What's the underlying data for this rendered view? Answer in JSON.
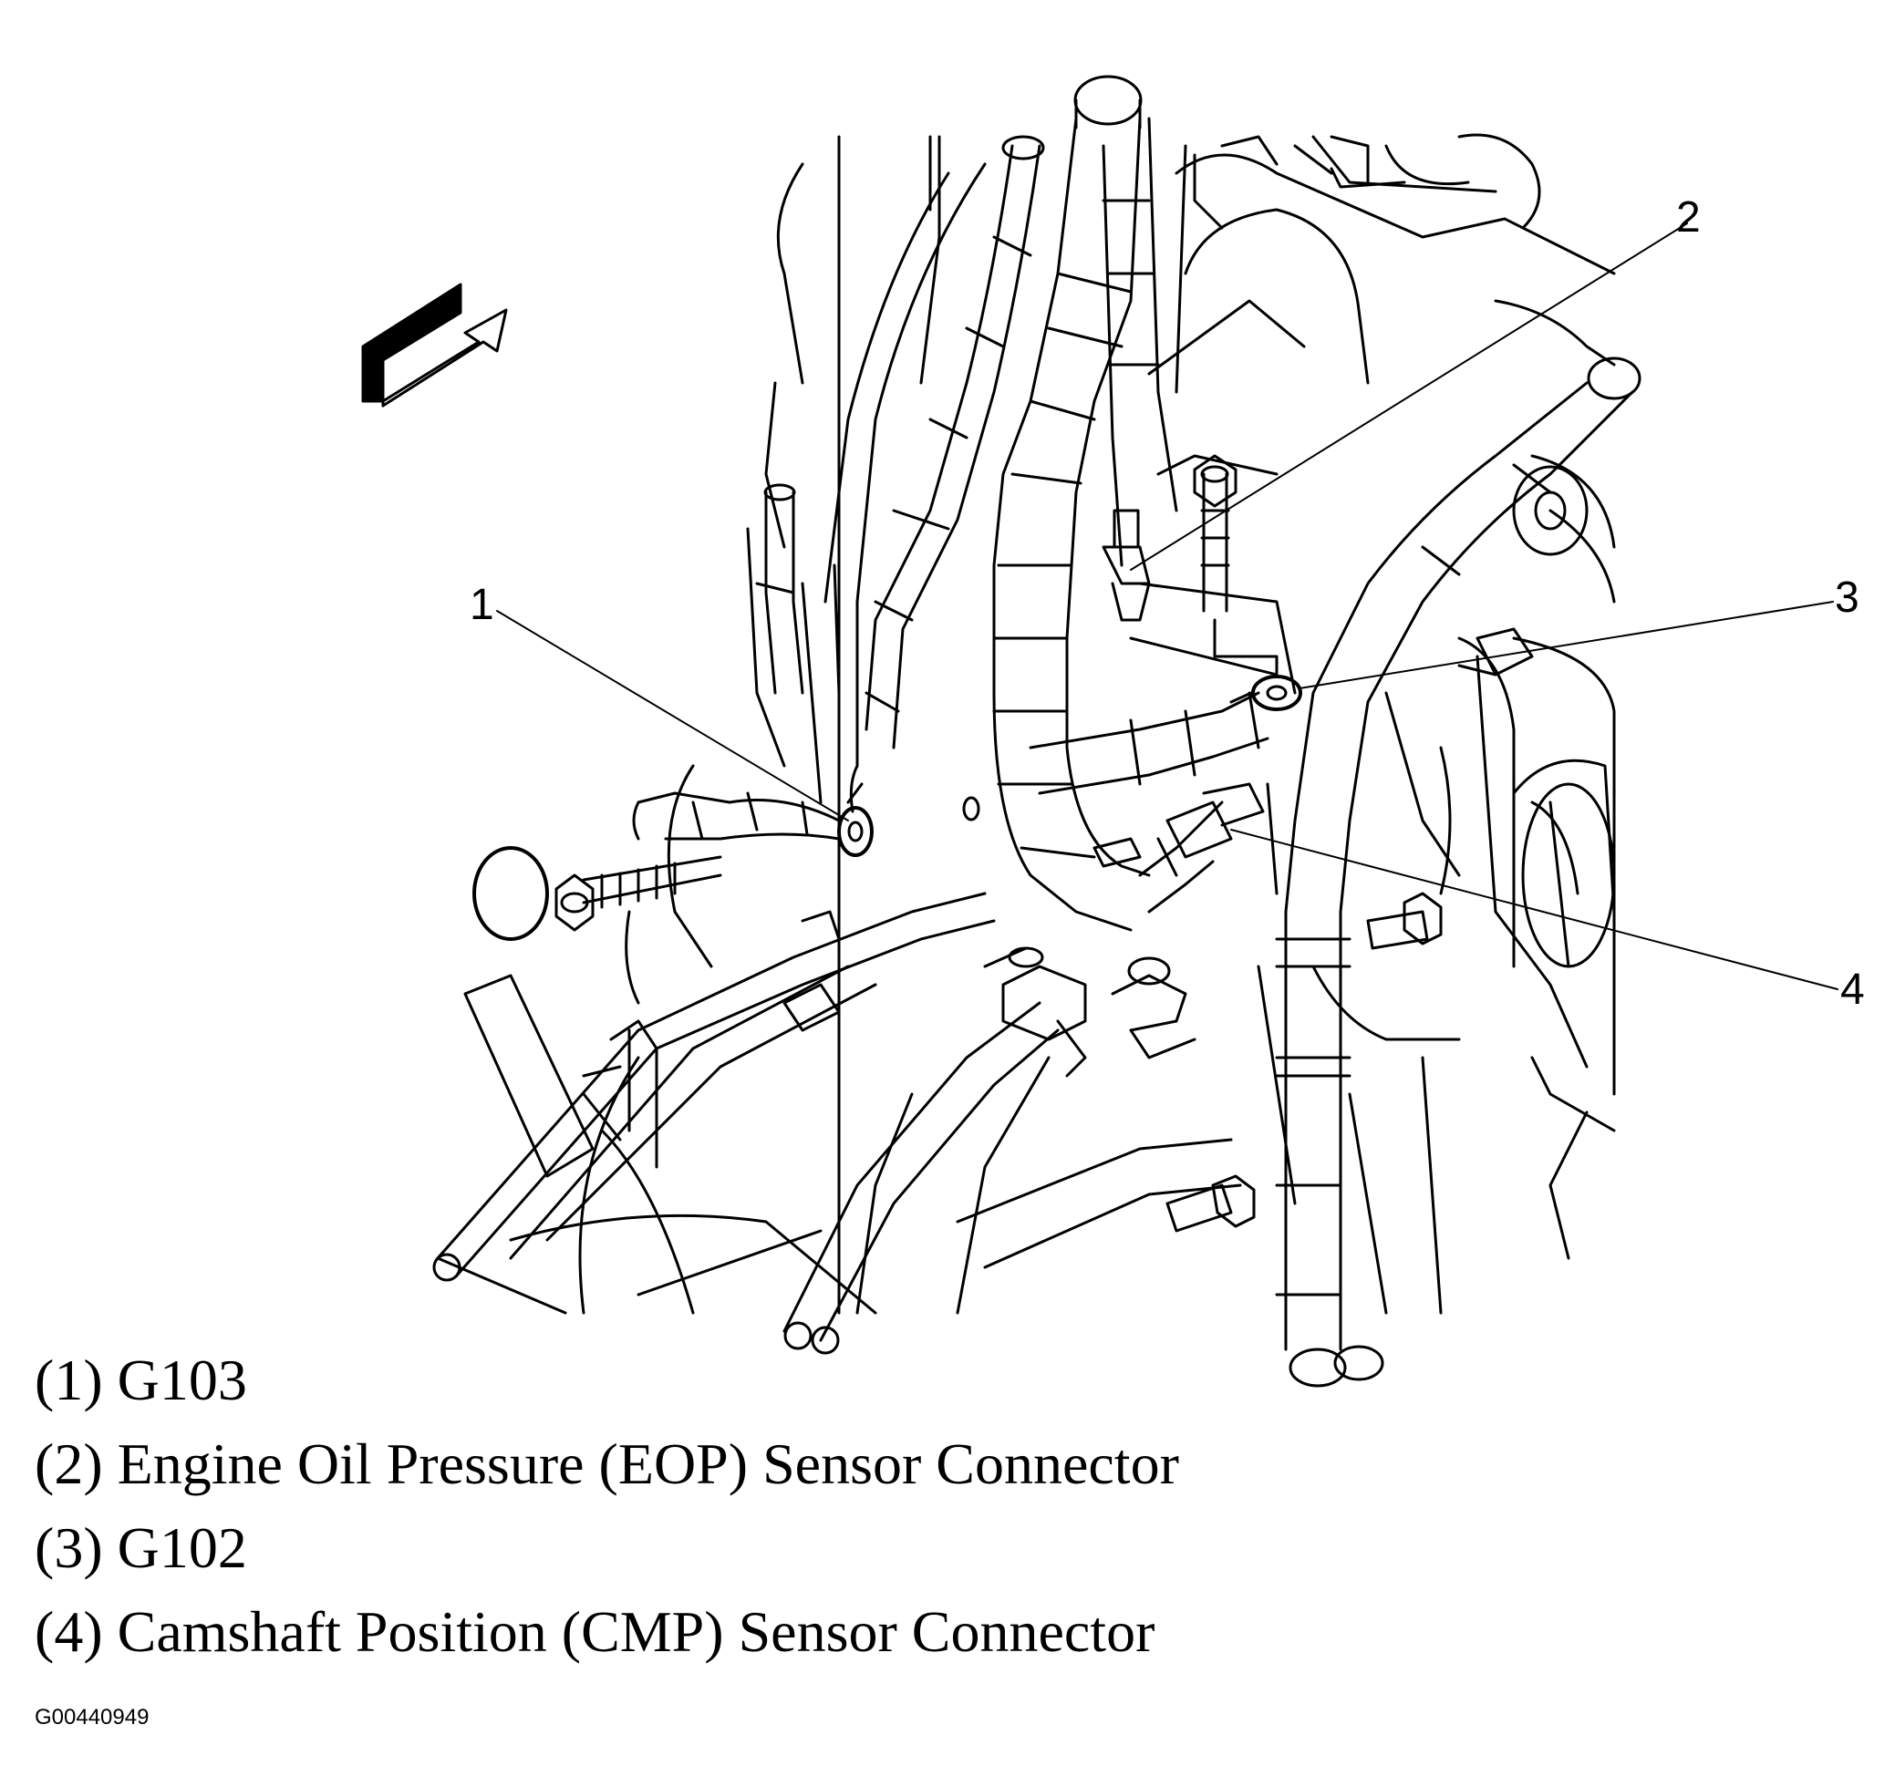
{
  "callouts": [
    "1",
    "2",
    "3",
    "4"
  ],
  "legend": [
    "(1) G103",
    "(2) Engine Oil Pressure (EOP) Sensor Connector",
    "(3) G102",
    "(4) Camshaft Position (CMP) Sensor Connector"
  ],
  "figure_id": "G00440949",
  "icons": {
    "direction_arrow": "direction-arrow-icon"
  }
}
